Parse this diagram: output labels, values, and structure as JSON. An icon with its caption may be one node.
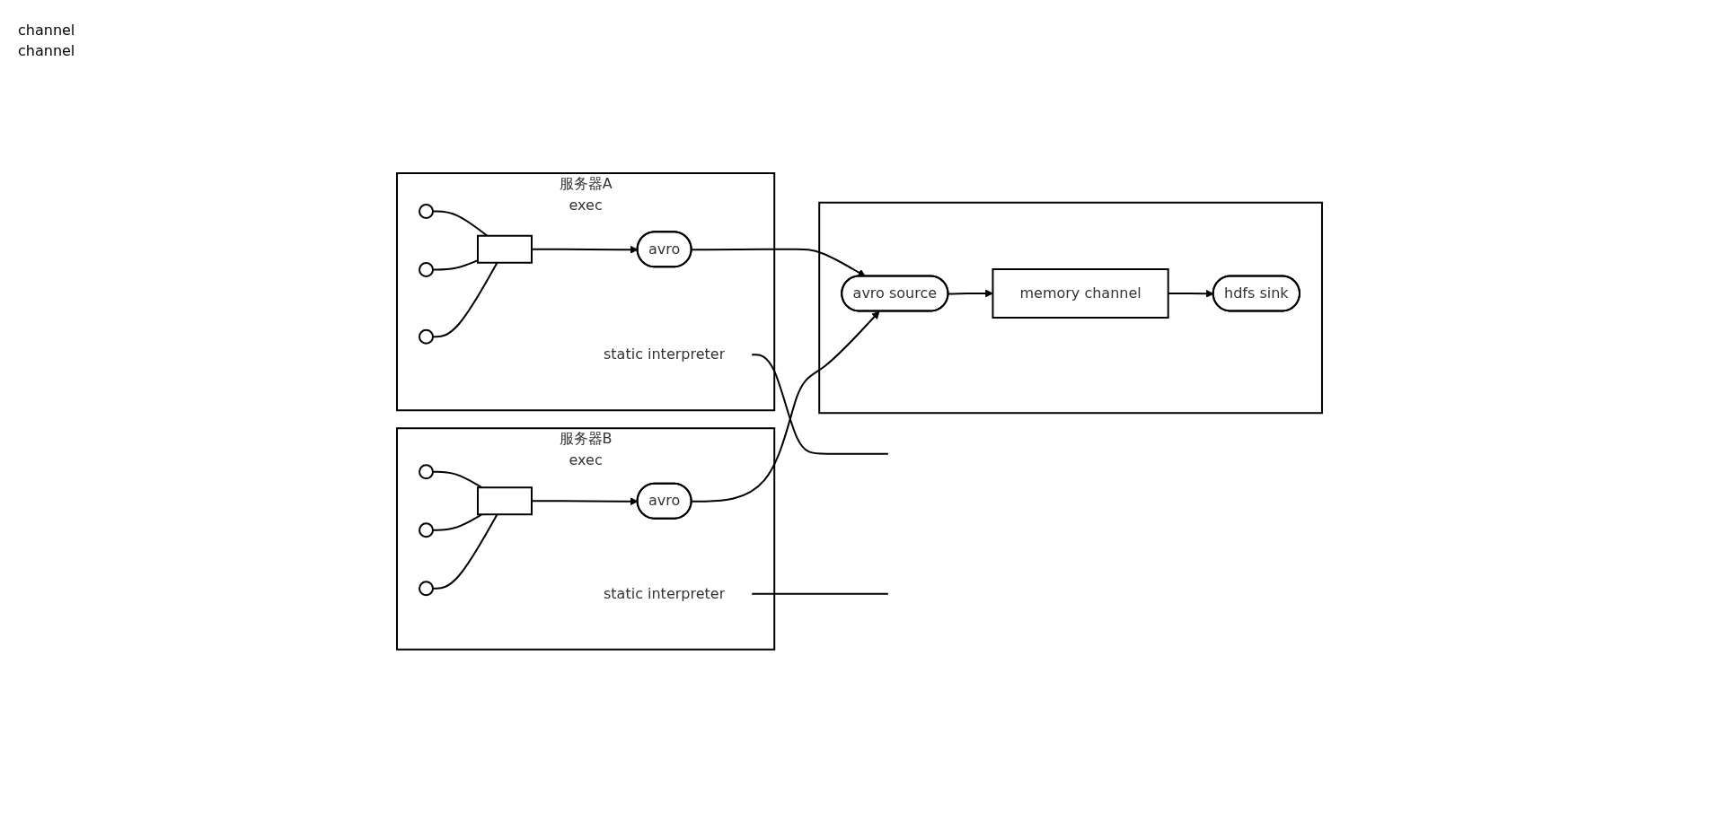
{
  "diagram": {
    "nodes": [
      {
        "text": [
          "服务器A",
          "exec"
        ]
      },
      {
        "text": [],
        "shape": "circle",
        "in": 0
      },
      {
        "text": [],
        "shape": "circle",
        "in": 0
      },
      {
        "text": [],
        "shape": "circle",
        "in": 0
      },
      {
        "text": [
          "static interpreter"
        ],
        "in": 0
      },
      {
        "text": [],
        "shape": "box",
        "in": 0
      },
      {
        "text": [
          "avro"
        ],
        "in": 0
      },
      {
        "text": [
          "服务器B",
          "exec"
        ]
      },
      {
        "text": [],
        "shape": "circle",
        "in": 7
      },
      {
        "text": [],
        "shape": "circle",
        "in": 7
      },
      {
        "text": [],
        "shape": "circle",
        "in": 7
      },
      {
        "text": [
          "static interpreter"
        ],
        "in": 7
      },
      {
        "text": [],
        "shape": "box",
        "in": 7
      },
      {
        "text": [
          "avro"
        ],
        "in": 7
      },
      {
        "text": [],
        "shape": "box"
      },
      {
        "text": [
          "avro source"
        ],
        "in": 14
      },
      {
        "text": [
          "memory channel"
        ],
        "in": 14
      },
      {
        "text": [
          "hdfs sink"
        ],
        "in": 14
      }
    ],
    "edges": [
      {
        "from": 1,
        "to": 5,
        "arrow": "none"
      },
      {
        "from": 2,
        "to": 5,
        "arrow": "none"
      },
      {
        "from": 3,
        "to": 5,
        "arrow": "none"
      },
      {
        "from": 4,
        "to": null,
        "arrow": "none"
      },
      {
        "from": 5,
        "to": 6,
        "arrow": "to"
      },
      {
        "from": 8,
        "to": 12,
        "arrow": "none"
      },
      {
        "from": 9,
        "to": 12,
        "arrow": "none"
      },
      {
        "from": 10,
        "to": 12,
        "arrow": "none"
      },
      {
        "from": 11,
        "to": null,
        "arrow": "none"
      },
      {
        "from": 12,
        "to": 13,
        "arrow": "to"
      },
      {
        "from": 6,
        "to": 15,
        "arrow": "to"
      },
      {
        "from": 13,
        "to": 15,
        "arrow": "to"
      },
      {
        "from": 15,
        "to": 16,
        "arrow": "to"
      },
      {
        "from": 16,
        "to": 17,
        "arrow": "to"
      }
    ],
    "labels": [
      "channel",
      "channel"
    ]
  }
}
